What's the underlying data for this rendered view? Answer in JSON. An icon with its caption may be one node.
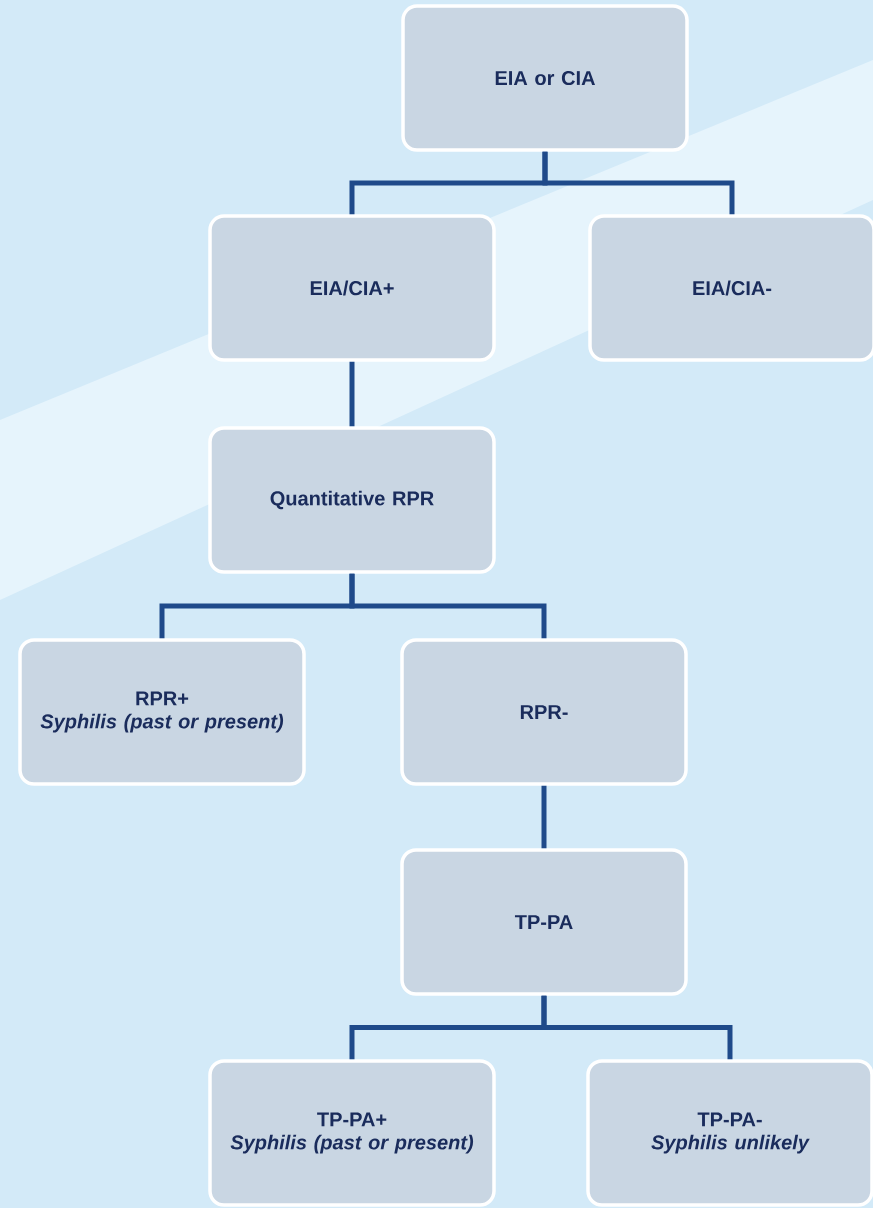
{
  "diagram": {
    "nodes": [
      {
        "text": [
          "EIA  or CIA"
        ]
      },
      {
        "text": [
          "EIA/CIA+"
        ]
      },
      {
        "text": [
          "EIA/CIA-"
        ]
      },
      {
        "text": [
          "Quantitative RPR"
        ]
      },
      {
        "text": [
          "RPR+",
          "Syphilis (past or present)"
        ]
      },
      {
        "text": [
          "RPR-"
        ]
      },
      {
        "text": [
          "TP-PA"
        ]
      },
      {
        "text": [
          "TP-PA+",
          "Syphilis (past or present)"
        ]
      },
      {
        "text": [
          "TP-PA-",
          "Syphilis unlikely"
        ]
      }
    ],
    "edges": [
      {
        "from": 0,
        "to": 1,
        "arrow": "none"
      },
      {
        "from": 0,
        "to": 2,
        "arrow": "none"
      },
      {
        "from": 1,
        "to": 3,
        "arrow": "none"
      },
      {
        "from": 3,
        "to": 4,
        "arrow": "none"
      },
      {
        "from": 3,
        "to": 5,
        "arrow": "none"
      },
      {
        "from": 5,
        "to": 6,
        "arrow": "none"
      },
      {
        "from": 6,
        "to": 7,
        "arrow": "none"
      },
      {
        "from": 6,
        "to": 8,
        "arrow": "none"
      }
    ]
  }
}
